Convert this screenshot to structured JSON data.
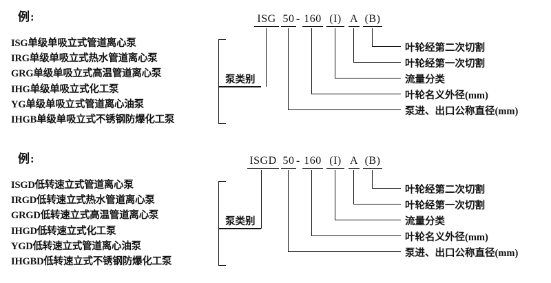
{
  "page": {
    "background_color": "#ffffff",
    "line_color": "#111111",
    "text_color": "#111111"
  },
  "sections": [
    {
      "id": "top",
      "heading": "例:",
      "pump_list": [
        "ISG单级单吸立式管道离心泵",
        "IRG单级单吸立式热水管道离心泵",
        "GRG单级单吸立式高温管道离心泵",
        "IHG单级单吸立式化工泵",
        "YG单级单吸立式管道离心油泵",
        "IHGB单级单吸立式不锈钢防爆化工泵"
      ],
      "category_label": "泵类别",
      "model_code": {
        "full": "ISG 50-160 (I) A (B)",
        "segments": [
          {
            "text": "ISG",
            "meaning": "泵类别"
          },
          {
            "text": "50",
            "meaning": "泵进、出口公称直径(mm)"
          },
          {
            "text": "160",
            "meaning": "叶轮名义外径(mm)"
          },
          {
            "text": "(I)",
            "meaning": "流量分类"
          },
          {
            "text": "A",
            "meaning": "叶轮经第一次切割"
          },
          {
            "text": "(B)",
            "meaning": "叶轮经第二次切割"
          }
        ],
        "separator": "-"
      },
      "leader_labels": [
        "叶轮经第二次切割",
        "叶轮经第一次切割",
        "流量分类",
        "叶轮名义外径(mm)",
        "泵进、出口公称直径(mm)"
      ]
    },
    {
      "id": "bottom",
      "heading": "例:",
      "pump_list": [
        "ISGD低转速立式管道离心泵",
        "IRGD低转速立式热水管道离心泵",
        "GRGD低转速立式高温管道离心泵",
        "IHGD低转速立式化工泵",
        "YGD低转速立式管道离心油泵",
        "IHGBD低转速立式不锈钢防爆化工泵"
      ],
      "category_label": "泵类别",
      "model_code": {
        "full": "ISGD 50-160 (I) A (B)",
        "segments": [
          {
            "text": "ISGD",
            "meaning": "泵类别"
          },
          {
            "text": "50",
            "meaning": "泵进、出口公称直径(mm)"
          },
          {
            "text": "160",
            "meaning": "叶轮名义外径(mm)"
          },
          {
            "text": "(I)",
            "meaning": "流量分类"
          },
          {
            "text": "A",
            "meaning": "叶轮经第一次切割"
          },
          {
            "text": "(B)",
            "meaning": "叶轮经第二次切割"
          }
        ],
        "separator": "-"
      },
      "leader_labels": [
        "叶轮经第二次切割",
        "叶轮经第一次切割",
        "流量分类",
        "叶轮名义外径(mm)",
        "泵进、出口公称直径(mm)"
      ]
    }
  ]
}
